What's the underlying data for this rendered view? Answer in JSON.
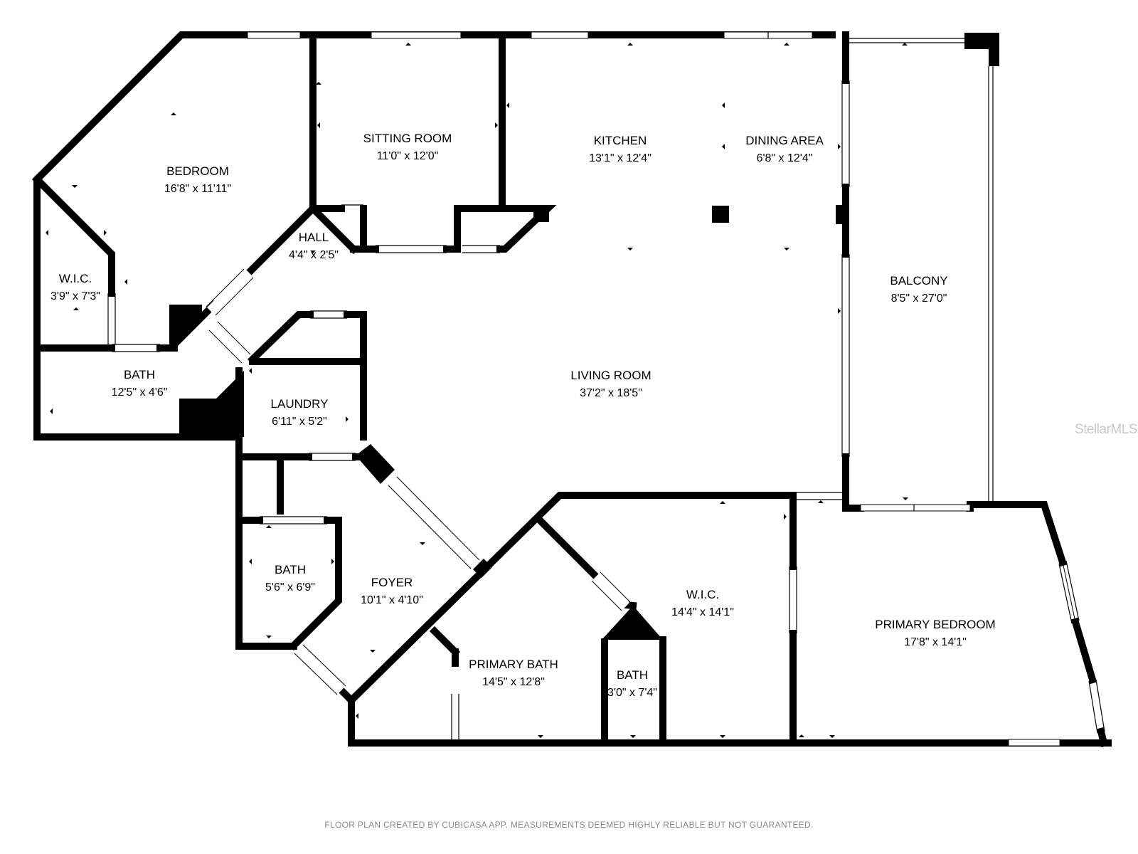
{
  "rooms": [
    {
      "id": "bedroom",
      "name": "BEDROOM",
      "dims": "16'8\" x 11'11\""
    },
    {
      "id": "sitting-room",
      "name": "SITTING ROOM",
      "dims": "11'0\" x 12'0\""
    },
    {
      "id": "kitchen",
      "name": "KITCHEN",
      "dims": "13'1\" x 12'4\""
    },
    {
      "id": "dining-area",
      "name": "DINING AREA",
      "dims": "6'8\" x 12'4\""
    },
    {
      "id": "hall",
      "name": "HALL",
      "dims": "4'4\" x 2'5\""
    },
    {
      "id": "wic-left",
      "name": "W.I.C.",
      "dims": "3'9\" x 7'3\""
    },
    {
      "id": "balcony",
      "name": "BALCONY",
      "dims": "8'5\" x 27'0\""
    },
    {
      "id": "bath-left",
      "name": "BATH",
      "dims": "12'5\" x 4'6\""
    },
    {
      "id": "living-room",
      "name": "LIVING ROOM",
      "dims": "37'2\" x 18'5\""
    },
    {
      "id": "laundry",
      "name": "LAUNDRY",
      "dims": "6'11\" x 5'2\""
    },
    {
      "id": "bath-mid",
      "name": "BATH",
      "dims": "5'6\" x 6'9\""
    },
    {
      "id": "foyer",
      "name": "FOYER",
      "dims": "10'1\" x 4'10\""
    },
    {
      "id": "wic-primary",
      "name": "W.I.C.",
      "dims": "14'4\" x 14'1\""
    },
    {
      "id": "primary-bedroom",
      "name": "PRIMARY BEDROOM",
      "dims": "17'8\" x 14'1\""
    },
    {
      "id": "primary-bath",
      "name": "PRIMARY BATH",
      "dims": "14'5\" x 12'8\""
    },
    {
      "id": "bath-small",
      "name": "BATH",
      "dims": "3'0\" x 7'4\""
    }
  ],
  "watermark": "StellarMLS",
  "footer": "FLOOR PLAN CREATED BY CUBICASA APP. MEASUREMENTS DEEMED HIGHLY RELIABLE BUT NOT GUARANTEED.",
  "colors": {
    "wall": "#000000",
    "background": "#ffffff",
    "watermark": "#c8c8c8",
    "footer": "#8a8a8a"
  }
}
